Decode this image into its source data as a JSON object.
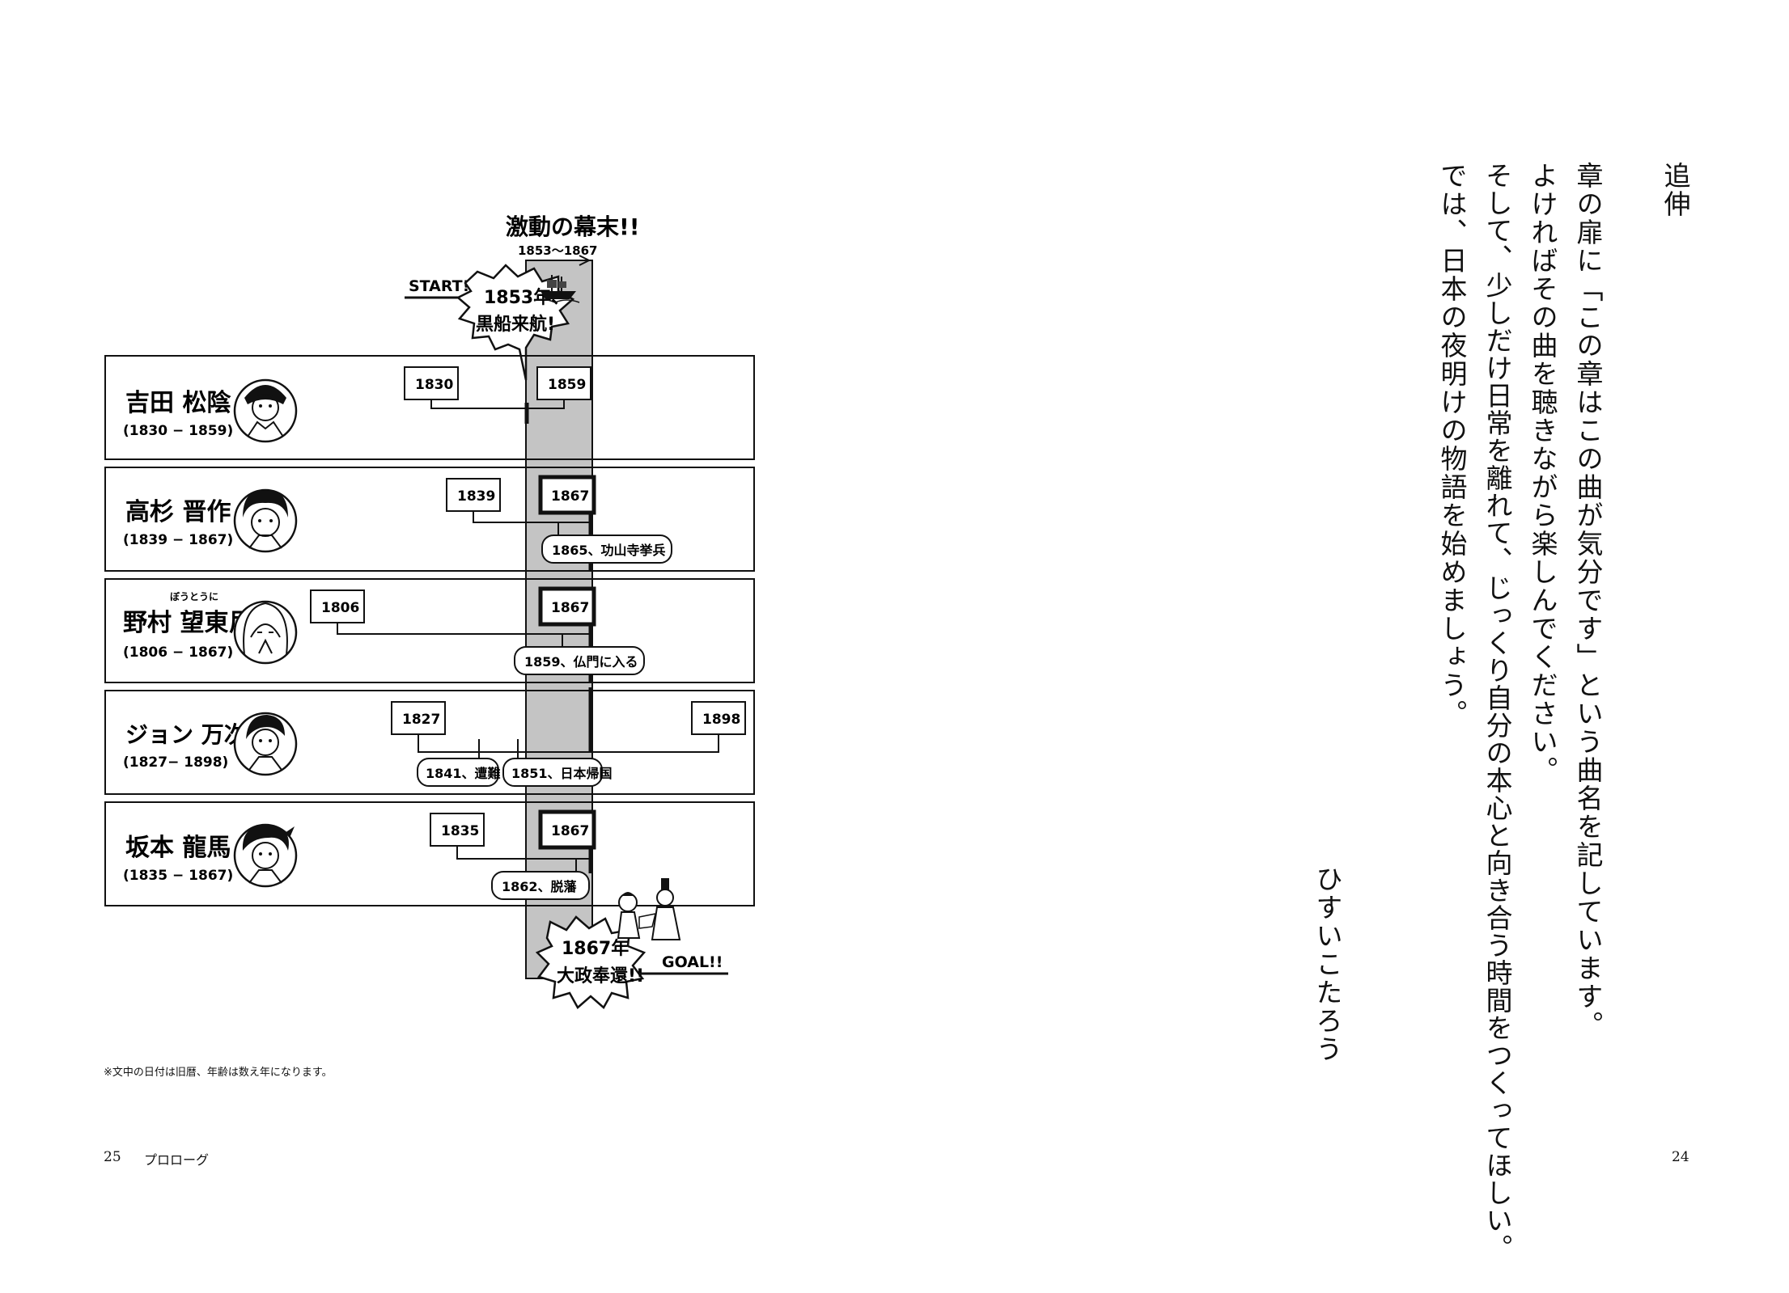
{
  "right_page": {
    "title": "追伸",
    "lines": [
      "章の扉に「この章はこの曲が気分です」という曲名を記しています。",
      "よければその曲を聴きながら楽しんでください。",
      "そして、少しだけ日常を離れて、じっくり自分の本心と向き合う時間をつくってほしい。",
      "では、日本の夜明けの物語を始めましょう。"
    ],
    "signature": "ひすいこたろう",
    "page_number": "24"
  },
  "left_page": {
    "page_number": "25",
    "running_head": "プロローグ",
    "footnote": "※文中の日付は旧暦、年齢は数え年になります。"
  },
  "timeline": {
    "header_title": "激動の幕末!!",
    "header_range": "1853〜1867",
    "start_label": "START!",
    "start_bubble_line1": "1853年、",
    "start_bubble_line2": "黒船来航!",
    "goal_bubble_line1": "1867年",
    "goal_bubble_line2": "大政奉還!!",
    "goal_label": "GOAL!!",
    "icon": "ship-icon",
    "people": [
      {
        "name": "吉田 松陰",
        "years": "(1830 − 1859)",
        "birth": "1830",
        "death": "1859",
        "events": []
      },
      {
        "name": "高杉 晋作",
        "years": "(1839 − 1867)",
        "birth": "1839",
        "death": "1867",
        "events": [
          "1865、功山寺挙兵"
        ]
      },
      {
        "name": "野村 望東尼",
        "ruby": "ぼうとうに",
        "years": "(1806 − 1867)",
        "birth": "1806",
        "death": "1867",
        "events": [
          "1859、仏門に入る"
        ]
      },
      {
        "name": "ジョン 万次郎",
        "years": "(1827− 1898)",
        "birth": "1827",
        "death": "1898",
        "events": [
          "1841、遭難",
          "1851、日本帰国"
        ]
      },
      {
        "name": "坂本 龍馬",
        "years": "(1835 − 1867)",
        "birth": "1835",
        "death": "1867",
        "events": [
          "1862、脱藩"
        ]
      }
    ]
  }
}
